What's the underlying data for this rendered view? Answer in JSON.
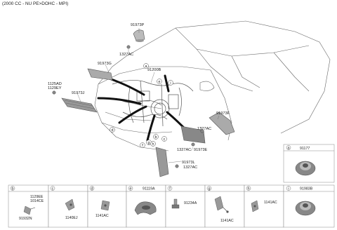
{
  "header": "(2000 CC - NU PE>DOHC - MPI)",
  "callouts": {
    "p91973P": "91973P",
    "p1327AC_a": "1327AC",
    "p91973G": "91973G",
    "p91200B": "91200B",
    "p1125AD": "1125AD",
    "p1129EY": "1129EY",
    "p91973J": "91973J",
    "p91973F": "91973F",
    "p1327AC_b": "1327AC",
    "p1327AC_c": "1327AC",
    "p91973E": "91973E",
    "p91973L": "91973L",
    "p1327AC_d": "1327AC"
  },
  "letters": {
    "a": "a",
    "b": "b",
    "c": "c",
    "d": "d",
    "e": "e",
    "f": "f",
    "g": "g",
    "h": "h",
    "i": "i"
  },
  "cells": {
    "a": {
      "letter": "a",
      "part": "91177"
    },
    "b": {
      "letter": "b",
      "p1": "1129EE",
      "p2": "1014CE",
      "p3": "91932N"
    },
    "c": {
      "letter": "c",
      "p1": "1140EJ"
    },
    "d": {
      "letter": "d",
      "p1": "1141AC"
    },
    "e": {
      "letter": "e",
      "part": "91119A"
    },
    "f": {
      "letter": "f",
      "p1": "91234A"
    },
    "g": {
      "letter": "g",
      "p1": "1141AC"
    },
    "h": {
      "letter": "h",
      "p1": "1141AC"
    },
    "i": {
      "letter": "i",
      "part": "91983B"
    }
  }
}
